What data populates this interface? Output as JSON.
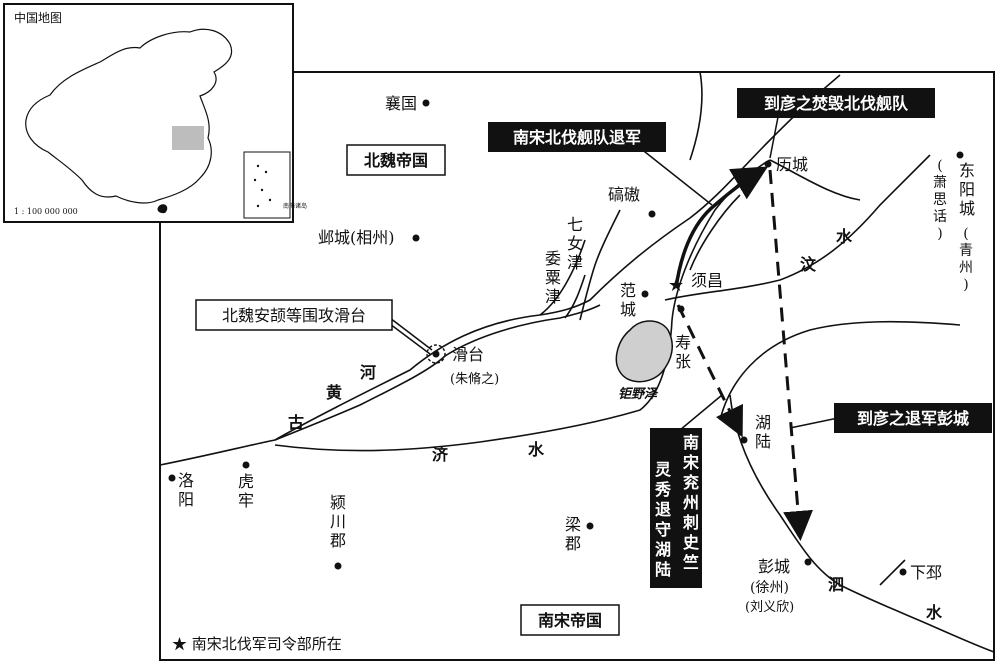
{
  "inset": {
    "title": "中国地图",
    "scale": "1 : 100 000 000",
    "islands_label": "南海诸岛"
  },
  "states": {
    "north": "北魏帝国",
    "south": "南宋帝国"
  },
  "places": {
    "xiangguo": "襄国",
    "yecheng": "邺城(相州)",
    "qiaoao": "碻磝",
    "qinvjin": "七女津",
    "weisujin": "委粟津",
    "fancheng": "范城",
    "xuchang": "须昌",
    "shouzhang": "寿张",
    "licheng": "历城",
    "dongyang": "东阳城",
    "dongyang_note1": "(萧思话)",
    "dongyang_note2": "(青州)",
    "huatai": "滑台",
    "huatai_note": "(朱脩之)",
    "luoyang": "洛阳",
    "hulao": "虎牢",
    "yingchuan": "颍川郡",
    "liangjun": "梁郡",
    "hulu": "湖陆",
    "pengcheng": "彭城",
    "pengcheng_note1": "(徐州)",
    "pengcheng_note2": "(刘义欣)",
    "xiapi": "下邳",
    "juyeze": "钜野泽"
  },
  "rivers": {
    "guhuanghe": [
      "古",
      "黄",
      "河"
    ],
    "ji": [
      "济",
      "水"
    ],
    "wen": [
      "汶",
      "水"
    ],
    "si": [
      "泗",
      "水"
    ]
  },
  "callouts": {
    "dao_destroys": "到彦之焚毁北伐舰队",
    "fleet_retreat": "南宋北伐舰队退军",
    "wei_siege": "北魏安颉等围攻滑台",
    "dao_retreat": "到彦之退军彭城",
    "zhu_retreat": "南宋兖州刺史竺灵秀退守湖陆"
  },
  "legend": {
    "hq": "★ 南宋北伐军司令部所在"
  }
}
